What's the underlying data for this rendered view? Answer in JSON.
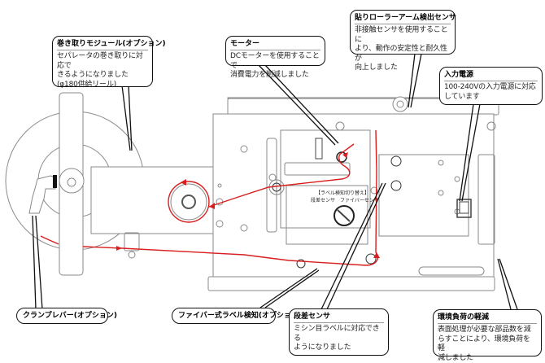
{
  "colors": {
    "outline": "#111111",
    "machine_line": "#8a8a8a",
    "web_path": "#d81e1e",
    "divider": "#999999"
  },
  "callouts": {
    "rewind_module": {
      "title": "巻き取りモジュール(オプション)",
      "body": "セパレータの巻き取りに対応で\nきるようになりました\n(φ180供給リール)"
    },
    "motor": {
      "title": "モーター",
      "body": "DCモーターを使用することで\n消費電力を削減しました"
    },
    "arm_sensor": {
      "title": "貼りローラーアーム検出センサ",
      "body": "非接触センサを使用することに\nより、動作の安定性と耐久性が\n向上しました"
    },
    "power_input": {
      "title": "入力電源",
      "body": "100-240Vの入力電源に対応\nしています"
    },
    "clamp_lever": {
      "title": "クランプレバー(オプション)"
    },
    "fiber_sensor": {
      "title": "ファイバー式ラベル検知(オプション)"
    },
    "step_sensor": {
      "title": "段差センサ",
      "body": "ミシン目ラベルに対応できる\nようになりました"
    },
    "eco": {
      "title": "環境負荷の軽減",
      "body": "表面処理が必要な部品数を減\nらすことにより、環境負荷を軽\n減しました"
    }
  },
  "machine_labels": {
    "switch_title": "【ラベル検知切り替え】",
    "switch_left": "段差センサ",
    "switch_right": "ファイバーセンサ"
  },
  "icons": {
    "web_arrow": "arrow-head",
    "screw": "phillips-screw",
    "power_switch": "rocker-switch",
    "selector_knob": "rotary-knob"
  }
}
